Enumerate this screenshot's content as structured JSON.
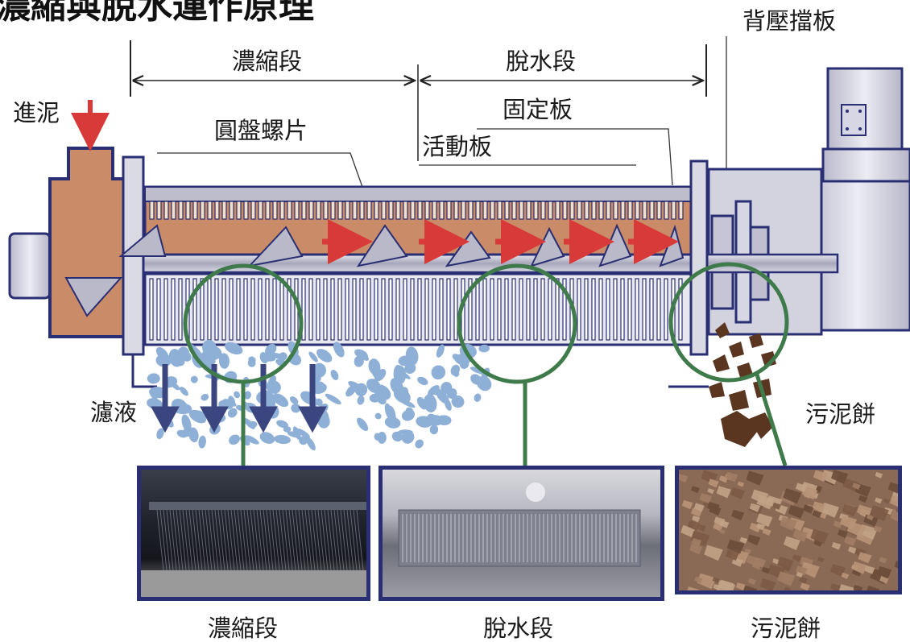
{
  "title": "濃縮與脫水運作原理",
  "labels": {
    "thickening_zone": "濃縮段",
    "dewatering_zone": "脫水段",
    "back_pressure_plate": "背壓擋板",
    "sludge_inlet": "進泥",
    "fixed_plate": "固定板",
    "screw_disc": "圓盤螺片",
    "moving_plate": "活動板",
    "filtrate": "濾液",
    "sludge_cake": "污泥餅"
  },
  "captions": {
    "photo_thickening": "濃縮段",
    "photo_dewatering": "脫水段",
    "photo_cake": "污泥餅"
  },
  "colors": {
    "frame_navy": "#2a2f73",
    "sludge_fill": "#c98b68",
    "flow_arrow_red": "#d83a3a",
    "filtrate_arrow": "#3b4680",
    "filtrate_drops": "#8fb0d6",
    "zoom_circle_green": "#3f7a4a",
    "cake_brown": "#5a3520",
    "machine_gray": "#c9c9d6"
  }
}
